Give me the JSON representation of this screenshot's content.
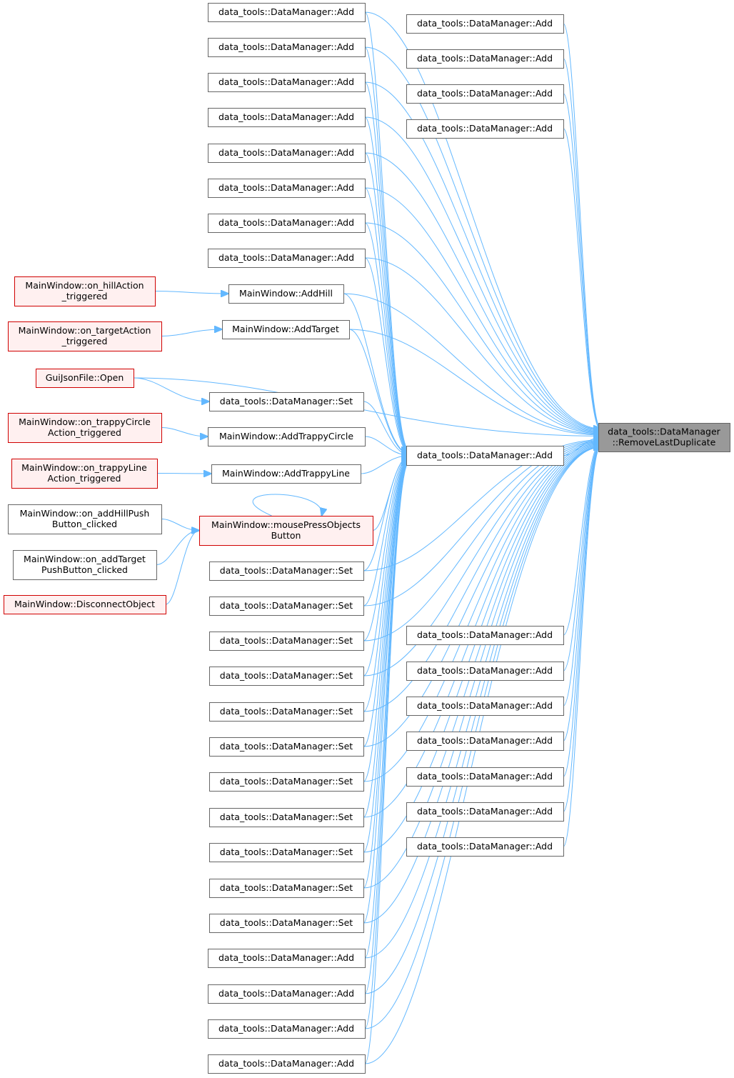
{
  "colors": {
    "edge": "#63b8ff",
    "node_border": "#666666",
    "focus_fill": "#999999",
    "error_border": "#d00000",
    "error_fill": "#fff0f0"
  },
  "nodes": [
    {
      "id": "target",
      "lines": [
        "data_tools::DataManager",
        "::RemoveLastDuplicate"
      ],
      "style": "focus"
    },
    {
      "id": "hub",
      "lines": [
        "data_tools::DataManager::Add"
      ],
      "style": "normal"
    },
    {
      "id": "r1",
      "lines": [
        "data_tools::DataManager::Add"
      ],
      "style": "normal"
    },
    {
      "id": "r2",
      "lines": [
        "data_tools::DataManager::Add"
      ],
      "style": "normal"
    },
    {
      "id": "r3",
      "lines": [
        "data_tools::DataManager::Add"
      ],
      "style": "normal"
    },
    {
      "id": "r4",
      "lines": [
        "data_tools::DataManager::Add"
      ],
      "style": "normal"
    },
    {
      "id": "r5",
      "lines": [
        "data_tools::DataManager::Add"
      ],
      "style": "normal"
    },
    {
      "id": "r6",
      "lines": [
        "data_tools::DataManager::Add"
      ],
      "style": "normal"
    },
    {
      "id": "r7",
      "lines": [
        "data_tools::DataManager::Add"
      ],
      "style": "normal"
    },
    {
      "id": "r8",
      "lines": [
        "data_tools::DataManager::Add"
      ],
      "style": "normal"
    },
    {
      "id": "r9",
      "lines": [
        "data_tools::DataManager::Add"
      ],
      "style": "normal"
    },
    {
      "id": "r10",
      "lines": [
        "data_tools::DataManager::Add"
      ],
      "style": "normal"
    },
    {
      "id": "r11",
      "lines": [
        "data_tools::DataManager::Add"
      ],
      "style": "normal"
    },
    {
      "id": "m1",
      "lines": [
        "data_tools::DataManager::Add"
      ],
      "style": "normal"
    },
    {
      "id": "m2",
      "lines": [
        "data_tools::DataManager::Add"
      ],
      "style": "normal"
    },
    {
      "id": "m3",
      "lines": [
        "data_tools::DataManager::Add"
      ],
      "style": "normal"
    },
    {
      "id": "m4",
      "lines": [
        "data_tools::DataManager::Add"
      ],
      "style": "normal"
    },
    {
      "id": "m5",
      "lines": [
        "data_tools::DataManager::Add"
      ],
      "style": "normal"
    },
    {
      "id": "m6",
      "lines": [
        "data_tools::DataManager::Add"
      ],
      "style": "normal"
    },
    {
      "id": "m7",
      "lines": [
        "data_tools::DataManager::Add"
      ],
      "style": "normal"
    },
    {
      "id": "m8",
      "lines": [
        "data_tools::DataManager::Add"
      ],
      "style": "normal"
    },
    {
      "id": "addhill",
      "lines": [
        "MainWindow::AddHill"
      ],
      "style": "normal"
    },
    {
      "id": "addtarget",
      "lines": [
        "MainWindow::AddTarget"
      ],
      "style": "normal"
    },
    {
      "id": "set0",
      "lines": [
        "data_tools::DataManager::Set"
      ],
      "style": "normal"
    },
    {
      "id": "addcircle",
      "lines": [
        "MainWindow::AddTrappyCircle"
      ],
      "style": "normal"
    },
    {
      "id": "addline",
      "lines": [
        "MainWindow::AddTrappyLine"
      ],
      "style": "normal"
    },
    {
      "id": "mouse",
      "lines": [
        "MainWindow::mousePressObjects",
        "Button"
      ],
      "style": "red"
    },
    {
      "id": "s1",
      "lines": [
        "data_tools::DataManager::Set"
      ],
      "style": "normal"
    },
    {
      "id": "s2",
      "lines": [
        "data_tools::DataManager::Set"
      ],
      "style": "normal"
    },
    {
      "id": "s3",
      "lines": [
        "data_tools::DataManager::Set"
      ],
      "style": "normal"
    },
    {
      "id": "s4",
      "lines": [
        "data_tools::DataManager::Set"
      ],
      "style": "normal"
    },
    {
      "id": "s5",
      "lines": [
        "data_tools::DataManager::Set"
      ],
      "style": "normal"
    },
    {
      "id": "s6",
      "lines": [
        "data_tools::DataManager::Set"
      ],
      "style": "normal"
    },
    {
      "id": "s7",
      "lines": [
        "data_tools::DataManager::Set"
      ],
      "style": "normal"
    },
    {
      "id": "s8",
      "lines": [
        "data_tools::DataManager::Set"
      ],
      "style": "normal"
    },
    {
      "id": "s9",
      "lines": [
        "data_tools::DataManager::Set"
      ],
      "style": "normal"
    },
    {
      "id": "s10",
      "lines": [
        "data_tools::DataManager::Set"
      ],
      "style": "normal"
    },
    {
      "id": "s11",
      "lines": [
        "data_tools::DataManager::Set"
      ],
      "style": "normal"
    },
    {
      "id": "b1",
      "lines": [
        "data_tools::DataManager::Add"
      ],
      "style": "normal"
    },
    {
      "id": "b2",
      "lines": [
        "data_tools::DataManager::Add"
      ],
      "style": "normal"
    },
    {
      "id": "b3",
      "lines": [
        "data_tools::DataManager::Add"
      ],
      "style": "normal"
    },
    {
      "id": "b4",
      "lines": [
        "data_tools::DataManager::Add"
      ],
      "style": "normal"
    },
    {
      "id": "onhill",
      "lines": [
        "MainWindow::on_hillAction",
        "_triggered"
      ],
      "style": "red"
    },
    {
      "id": "ontarget",
      "lines": [
        "MainWindow::on_targetAction",
        "_triggered"
      ],
      "style": "red"
    },
    {
      "id": "open",
      "lines": [
        "GuiJsonFile::Open"
      ],
      "style": "red"
    },
    {
      "id": "oncircle",
      "lines": [
        "MainWindow::on_trappyCircle",
        "Action_triggered"
      ],
      "style": "red"
    },
    {
      "id": "online",
      "lines": [
        "MainWindow::on_trappyLine",
        "Action_triggered"
      ],
      "style": "red"
    },
    {
      "id": "onaddhill",
      "lines": [
        "MainWindow::on_addHillPush",
        "Button_clicked"
      ],
      "style": "normal"
    },
    {
      "id": "onaddtarget",
      "lines": [
        "MainWindow::on_addTarget",
        "PushButton_clicked"
      ],
      "style": "normal"
    },
    {
      "id": "disconnect",
      "lines": [
        "MainWindow::DisconnectObject"
      ],
      "style": "red"
    }
  ],
  "edges": [
    [
      "hub",
      "target"
    ],
    [
      "r1",
      "target"
    ],
    [
      "r2",
      "target"
    ],
    [
      "r3",
      "target"
    ],
    [
      "r4",
      "target"
    ],
    [
      "r5",
      "target"
    ],
    [
      "r6",
      "target"
    ],
    [
      "r7",
      "target"
    ],
    [
      "r8",
      "target"
    ],
    [
      "r9",
      "target"
    ],
    [
      "r10",
      "target"
    ],
    [
      "r11",
      "target"
    ],
    [
      "m1",
      "target"
    ],
    [
      "m2",
      "target"
    ],
    [
      "m3",
      "target"
    ],
    [
      "m4",
      "target"
    ],
    [
      "m5",
      "target"
    ],
    [
      "m6",
      "target"
    ],
    [
      "m7",
      "target"
    ],
    [
      "m8",
      "target"
    ],
    [
      "addhill",
      "target"
    ],
    [
      "addtarget",
      "target"
    ],
    [
      "open",
      "target"
    ],
    [
      "s1",
      "target"
    ],
    [
      "s2",
      "target"
    ],
    [
      "s3",
      "target"
    ],
    [
      "s4",
      "target"
    ],
    [
      "s5",
      "target"
    ],
    [
      "s6",
      "target"
    ],
    [
      "s7",
      "target"
    ],
    [
      "s8",
      "target"
    ],
    [
      "s9",
      "target"
    ],
    [
      "s10",
      "target"
    ],
    [
      "s11",
      "target"
    ],
    [
      "b1",
      "target"
    ],
    [
      "b2",
      "target"
    ],
    [
      "b3",
      "target"
    ],
    [
      "b4",
      "target"
    ],
    [
      "m1",
      "hub"
    ],
    [
      "m2",
      "hub"
    ],
    [
      "m3",
      "hub"
    ],
    [
      "m4",
      "hub"
    ],
    [
      "m5",
      "hub"
    ],
    [
      "m6",
      "hub"
    ],
    [
      "m7",
      "hub"
    ],
    [
      "m8",
      "hub"
    ],
    [
      "addhill",
      "hub"
    ],
    [
      "addtarget",
      "hub"
    ],
    [
      "set0",
      "hub"
    ],
    [
      "addcircle",
      "hub"
    ],
    [
      "addline",
      "hub"
    ],
    [
      "mouse",
      "hub"
    ],
    [
      "s1",
      "hub"
    ],
    [
      "s2",
      "hub"
    ],
    [
      "s3",
      "hub"
    ],
    [
      "s4",
      "hub"
    ],
    [
      "s5",
      "hub"
    ],
    [
      "s6",
      "hub"
    ],
    [
      "s7",
      "hub"
    ],
    [
      "s8",
      "hub"
    ],
    [
      "s9",
      "hub"
    ],
    [
      "s10",
      "hub"
    ],
    [
      "s11",
      "hub"
    ],
    [
      "b1",
      "hub"
    ],
    [
      "b2",
      "hub"
    ],
    [
      "b3",
      "hub"
    ],
    [
      "b4",
      "hub"
    ],
    [
      "onhill",
      "addhill"
    ],
    [
      "ontarget",
      "addtarget"
    ],
    [
      "open",
      "set0"
    ],
    [
      "oncircle",
      "addcircle"
    ],
    [
      "online",
      "addline"
    ],
    [
      "onaddhill",
      "mouse"
    ],
    [
      "onaddtarget",
      "mouse"
    ],
    [
      "disconnect",
      "mouse"
    ],
    [
      "mouse",
      "mouse"
    ]
  ]
}
